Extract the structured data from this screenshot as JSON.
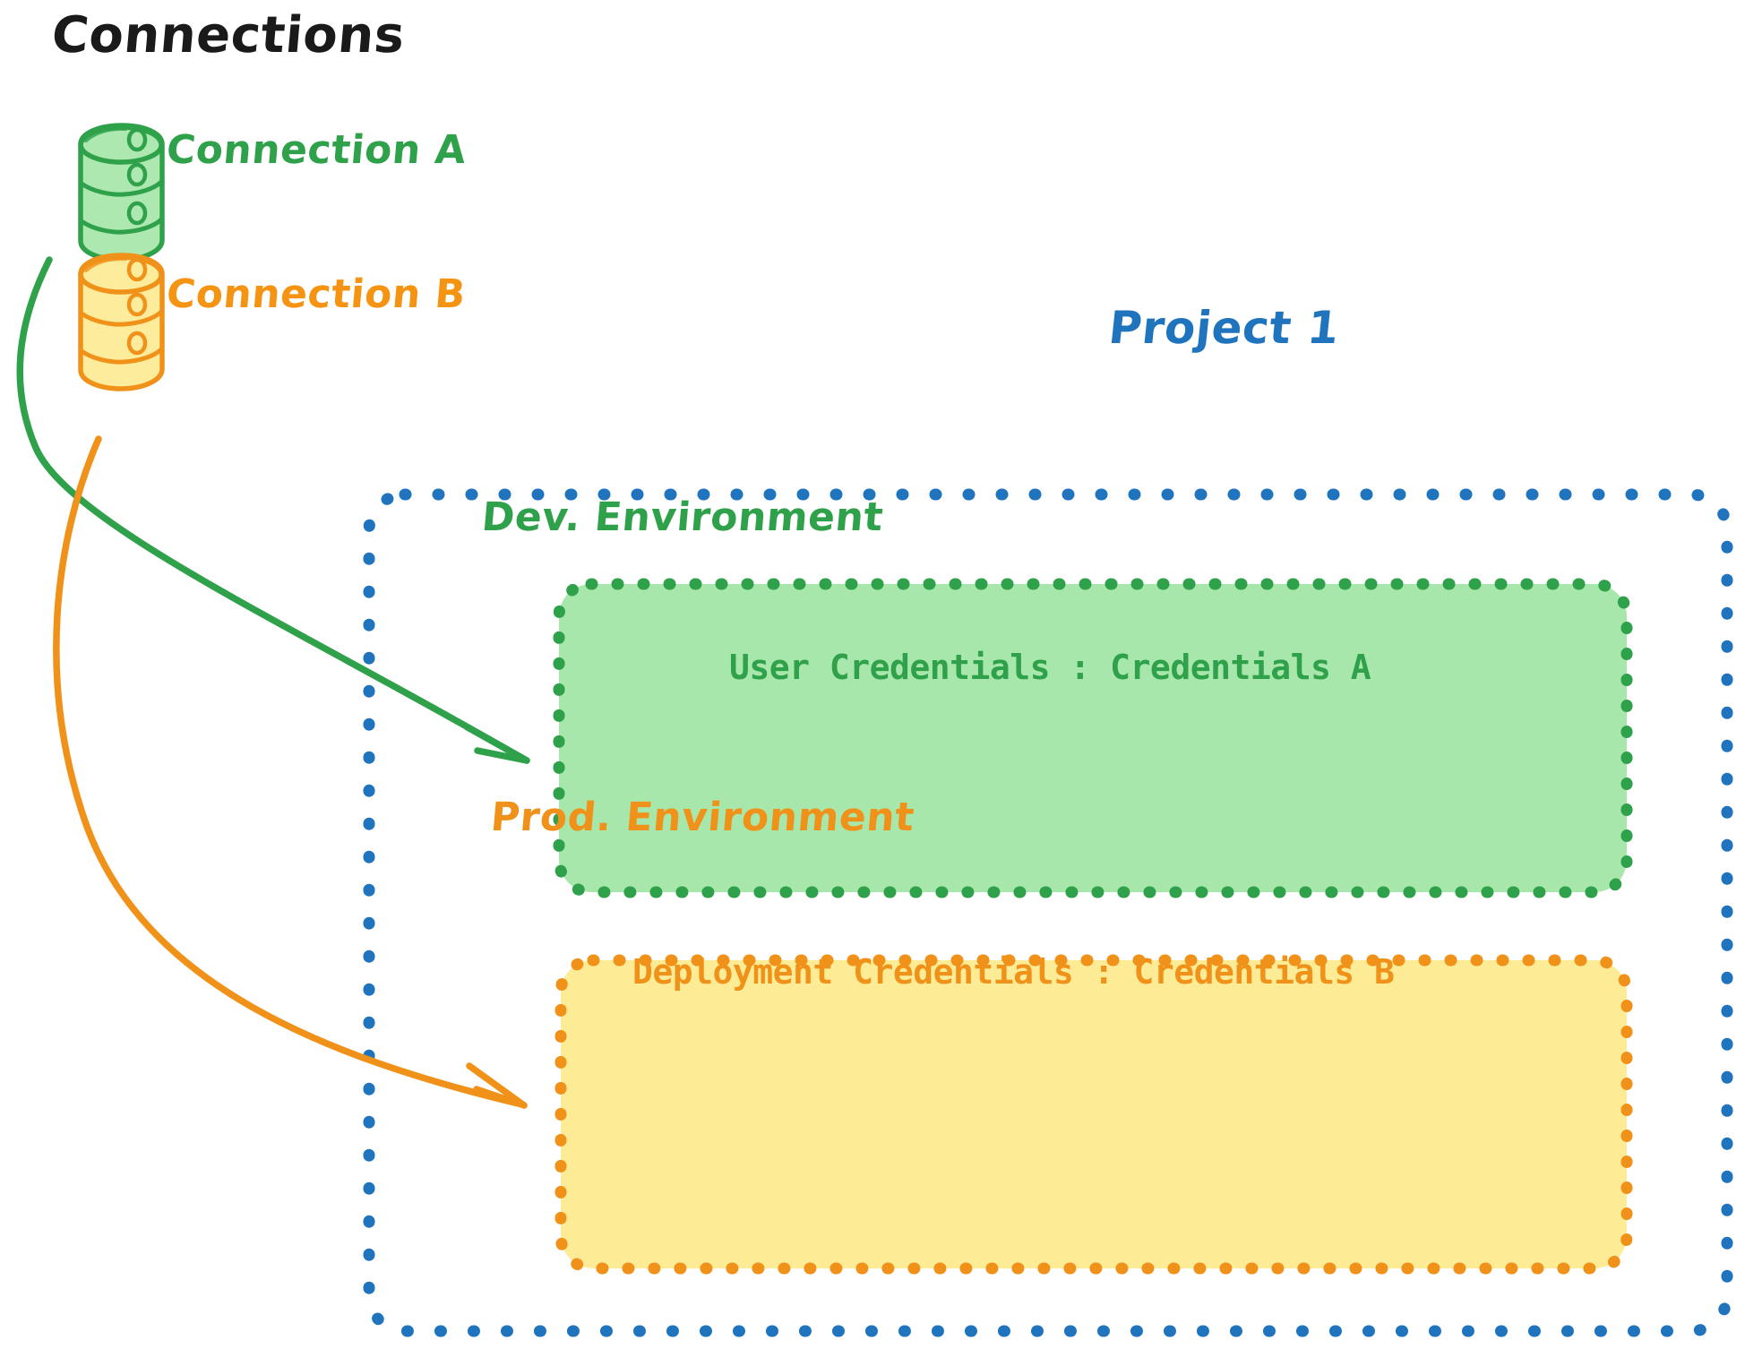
{
  "diagram": {
    "title": "Connections",
    "background": "#ffffff",
    "colors": {
      "green_stroke": "#2fa14a",
      "green_fill": "#a8e7ab",
      "orange_stroke": "#f0921a",
      "orange_fill": "#fdeb96",
      "blue_stroke": "#1f74bd",
      "text_dark": "#1a1a1a"
    }
  },
  "connections": {
    "heading": "Connections",
    "items": [
      {
        "label": "Connection A",
        "color": "#2fa14a",
        "icon": "database-cylinder-icon"
      },
      {
        "label": "Connection B",
        "color": "#f59412",
        "icon": "database-cylinder-icon"
      }
    ]
  },
  "project": {
    "label": "Project 1",
    "color": "#1f74bd",
    "environments": [
      {
        "name": "Dev. Environment",
        "color": "#2fa14a",
        "fill": "#a8e7ab",
        "credential_label": "User Credentials",
        "credential_separator": ":",
        "credential_value": "Credentials A",
        "credential_line": "User Credentials : Credentials A"
      },
      {
        "name": "Prod. Environment",
        "color": "#f0921a",
        "fill": "#fdeb96",
        "credential_label": "Deployment Credentials",
        "credential_separator": ":",
        "credential_value": "Credentials B",
        "credential_line": "Deployment Credentials : Credentials B"
      }
    ]
  },
  "arrows": [
    {
      "from": "Connection A",
      "to": "Dev. Environment",
      "color": "#2fa14a"
    },
    {
      "from": "Connection B",
      "to": "Prod. Environment",
      "color": "#f0921a"
    }
  ]
}
